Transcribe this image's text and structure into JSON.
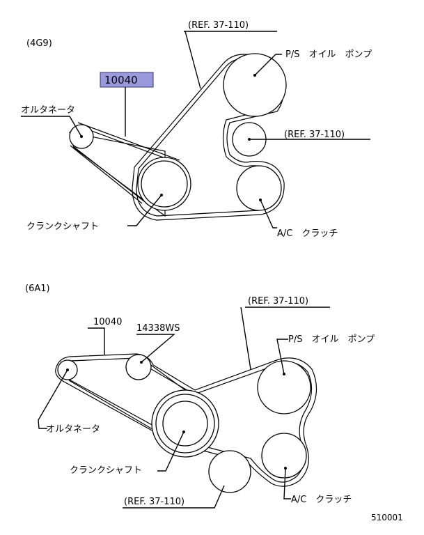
{
  "colors": {
    "part_highlight": "#9999dd",
    "ink": "#000000",
    "background": "#ffffff"
  },
  "top": {
    "engine_code": "(4G9)",
    "part_number": "10040",
    "ref_top": "(REF. 37-110)",
    "ref_mid": "(REF. 37-110)",
    "ps_pump": "P/S　オイル　ポンプ",
    "alternator": "オルタネータ",
    "crankshaft": "クランクシャフト",
    "ac_clutch": "A/C　クラッチ"
  },
  "bottom": {
    "engine_code": "(6A1)",
    "part_number": "10040",
    "tensioner_part": "14338WS",
    "ref_top": "(REF. 37-110)",
    "ref_bottom": "(REF. 37-110)",
    "ps_pump": "P/S　オイル　ポンプ",
    "alternator": "オルタネータ",
    "crankshaft": "クランクシャフト",
    "ac_clutch": "A/C　クラッチ"
  },
  "figure_id": "510001"
}
